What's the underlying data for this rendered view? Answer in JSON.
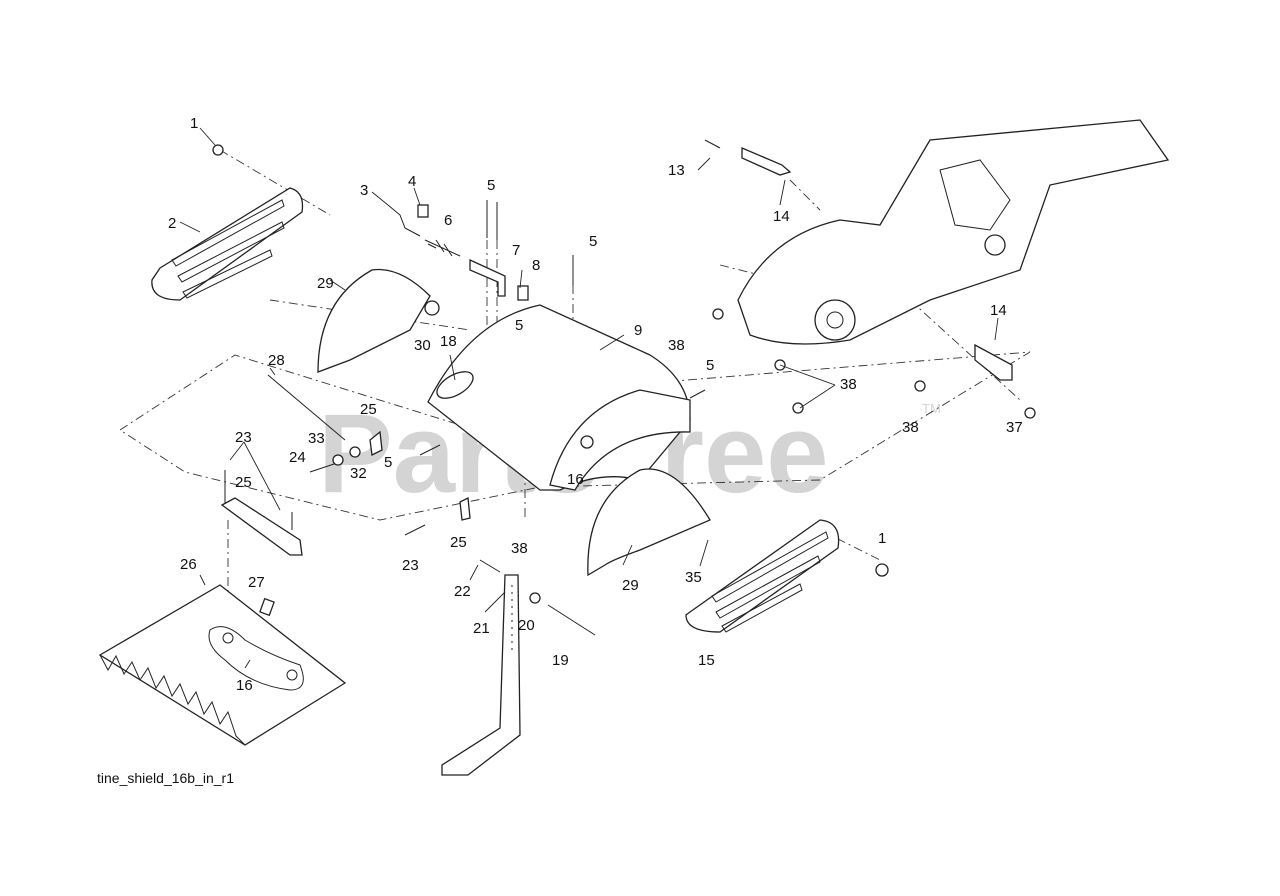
{
  "diagram": {
    "filename": "tine_shield_16b_in_r1",
    "watermark": "PartsTree",
    "watermark_mark": "TM",
    "callouts": [
      "1",
      "2",
      "3",
      "4",
      "5",
      "6",
      "7",
      "8",
      "9",
      "13",
      "14",
      "15",
      "16",
      "18",
      "19",
      "20",
      "21",
      "22",
      "23",
      "24",
      "25",
      "26",
      "27",
      "28",
      "29",
      "30",
      "32",
      "33",
      "35",
      "37",
      "38"
    ]
  }
}
